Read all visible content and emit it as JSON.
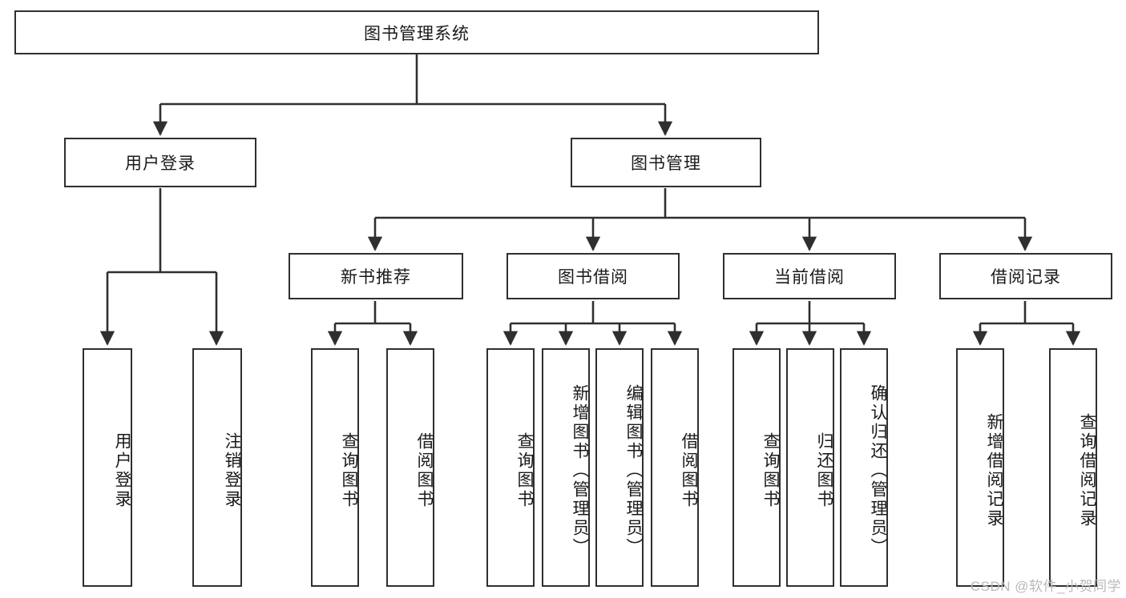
{
  "diagram": {
    "type": "hierarchy-tree",
    "title": "图书管理系统",
    "background_color": "#ffffff",
    "node_border_color": "#2f2f2f",
    "node_fill_color": "#ffffff",
    "connector_color": "#2f2f2f",
    "levels": 4
  },
  "root": {
    "label": "图书管理系统"
  },
  "level2": [
    {
      "label": "用户登录"
    },
    {
      "label": "图书管理"
    }
  ],
  "level3": [
    {
      "label": "新书推荐"
    },
    {
      "label": "图书借阅"
    },
    {
      "label": "当前借阅"
    },
    {
      "label": "借阅记录"
    }
  ],
  "leaves": {
    "user_login": [
      {
        "label": "用户登录"
      },
      {
        "label": "注销登录"
      }
    ],
    "new_book_recommend": [
      {
        "label": "查询图书"
      },
      {
        "label": "借阅图书"
      }
    ],
    "book_borrow": [
      {
        "label": "查询图书"
      },
      {
        "label": "新增图书（管理员）"
      },
      {
        "label": "编辑图书（管理员）"
      },
      {
        "label": "借阅图书"
      }
    ],
    "current_borrow": [
      {
        "label": "查询图书"
      },
      {
        "label": "归还图书"
      },
      {
        "label": "确认归还（管理员）"
      }
    ],
    "borrow_record": [
      {
        "label": "新增借阅记录"
      },
      {
        "label": "查询借阅记录"
      }
    ]
  },
  "watermark": {
    "text": "CSDN @软件_小贺同学"
  }
}
